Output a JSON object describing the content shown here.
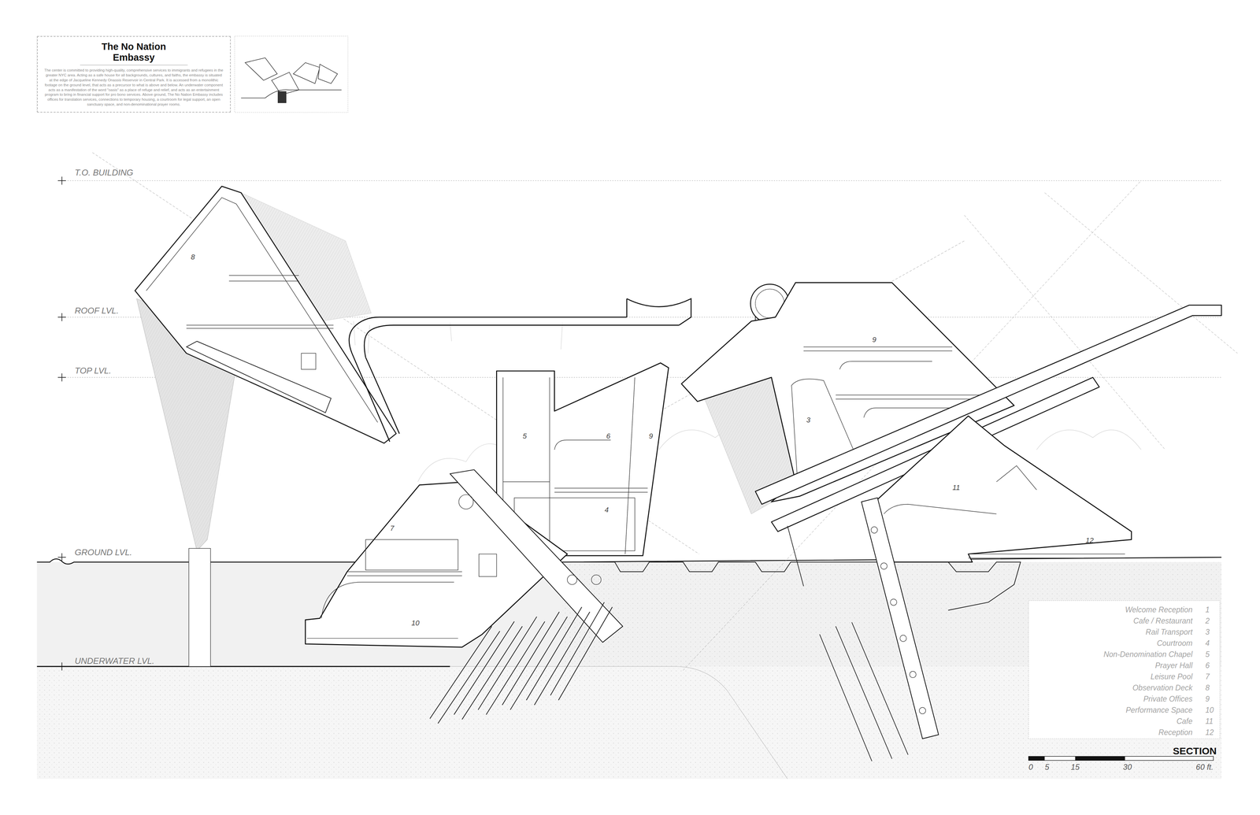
{
  "diagram": {
    "nodes": [
      {
        "text": [
          "The No Nation Embassy",
          "The center is committed to providing high-quality, comprehensive services to immigrants and refugees in the greater NYC area. Acting as a safe house for all backgrounds, cultures, and faiths, the embassy is situated at the edge of Jacqueline Kennedy Onassis Reservoir in Central Park. It is accessed from a monolithic footage on the ground level, that acts as a precursor to what is above and below. An underwater component acts as a manifestation of the word \"oasis\" as a place of refuge and relief, and acts as an entertainment program to bring in financial support for pro bono services. Above ground, The No Nation Embassy includes offices for translation services, connections to temporary housing, a courtroom for legal support, an open sanctuary space, and non-denominational prayer rooms."
        ]
      }
    ],
    "edges": [],
    "labels": [
      "T.O. BUILDING",
      "ROOF LVL.",
      "TOP LVL.",
      "GROUND LVL.",
      "UNDERWATER LVL.",
      "8",
      "5",
      "6",
      "9",
      "3",
      "9",
      "4",
      "7",
      "10",
      "11",
      "12",
      "Welcome Reception",
      "1",
      "Cafe / Restaurant",
      "2",
      "Rail Transport",
      "3",
      "Courtroom",
      "4",
      "Non-Denomination Chapel",
      "5",
      "Prayer Hall",
      "6",
      "Leisure Pool",
      "7",
      "Observation Deck",
      "8",
      "Private Offices",
      "9",
      "Performance Space",
      "10",
      "Cafe",
      "11",
      "Reception",
      "12",
      "SECTION",
      "0",
      "5",
      "15",
      "30",
      "60 ft."
    ]
  }
}
